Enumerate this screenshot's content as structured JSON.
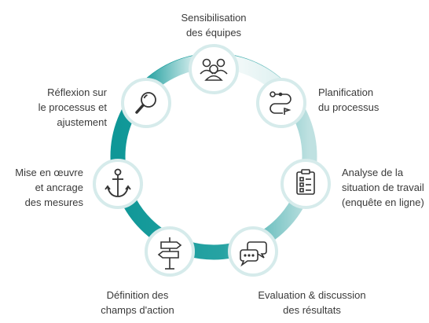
{
  "colors": {
    "ring_dark": "#0f9797",
    "ring_light": "#dcefef",
    "node_border": "#d6ebeb",
    "icon": "#333333"
  },
  "steps": [
    {
      "label": "Sensibilisation\ndes équipes",
      "icon": "team-icon"
    },
    {
      "label": "Planification\ndu processus",
      "icon": "route-icon"
    },
    {
      "label": "Analyse de la\nsituation de travail\n(enquête en ligne)",
      "icon": "clipboard-checklist-icon"
    },
    {
      "label": "Evaluation & discussion\ndes résultats",
      "icon": "chat-bubbles-icon"
    },
    {
      "label": "Définition des\nchamps d'action",
      "icon": "signpost-icon"
    },
    {
      "label": "Mise en œuvre\net ancrage\ndes mesures",
      "icon": "anchor-icon"
    },
    {
      "label": "Réflexion sur\nle processus et\najustement",
      "icon": "magnifier-icon"
    }
  ]
}
